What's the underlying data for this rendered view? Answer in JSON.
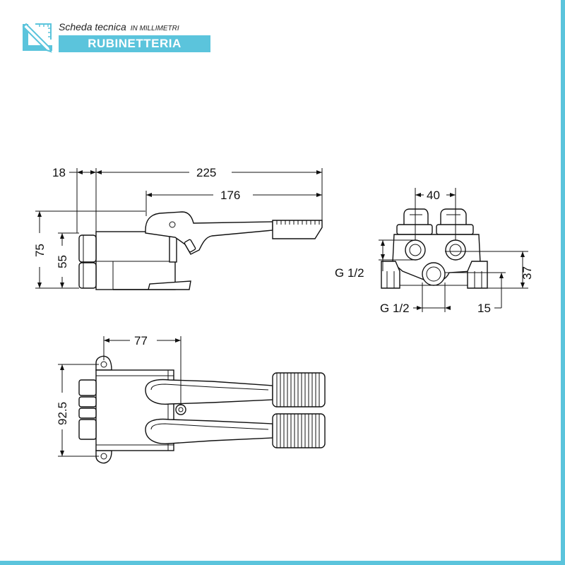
{
  "header": {
    "title": "Scheda tecnica",
    "subtitle": "IN MILLIMETRI",
    "banner": "RUBINETTERIA"
  },
  "icons": {
    "logo": "ruler-pencil-icon"
  },
  "colors": {
    "accent": "#5bc4dc",
    "line": "#111111"
  },
  "side_view": {
    "dim_width_back": "18",
    "dim_total_length": "225",
    "dim_pedal_length": "176",
    "dim_total_height": "75",
    "dim_body_height": "55"
  },
  "front_view": {
    "dim_inlets_spacing": "40",
    "label_inlet_thread": "G 1/2",
    "label_outlet_thread": "G 1/2",
    "dim_outlet_height": "37",
    "dim_base_offset": "15"
  },
  "top_view": {
    "dim_pedal_offset": "77",
    "dim_width": "92.5"
  }
}
